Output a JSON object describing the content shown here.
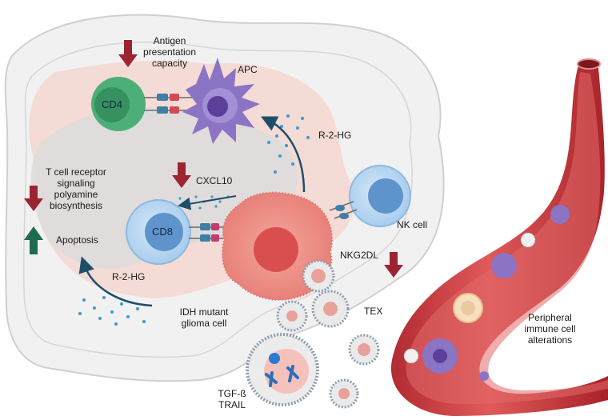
{
  "labels": {
    "antigen": "Antigen\npresentation\ncapacity",
    "apc": "APC",
    "cd4": "CD4",
    "cd8": "CD8",
    "r2hg_top": "R-2-HG",
    "r2hg_bottom": "R-2-HG",
    "cxcl10": "CXCL10",
    "tcell": "T cell receptor\nsignaling\npolyamine\nbiosynthesis",
    "apoptosis": "Apoptosis",
    "nk_cell": "NK cell",
    "nkg2dl": "NKG2DL",
    "idh": "IDH mutant\nglioma cell",
    "tex": "TEX",
    "tgf": "TGF-ß\nTRAIL",
    "peripheral": "Peripheral\nimmune cell\nalterations"
  },
  "colors": {
    "down_arrow": "#9c2430",
    "up_arrow": "#1f6b50",
    "cd4_cell": "#4caf78",
    "cd8_cell": "#a9cdee",
    "nk_cell": "#a9cdee",
    "apc": "#8c74c4",
    "glioma": "#e8827a",
    "vessel": "#c9353a",
    "dots": "#3a9bd0"
  }
}
